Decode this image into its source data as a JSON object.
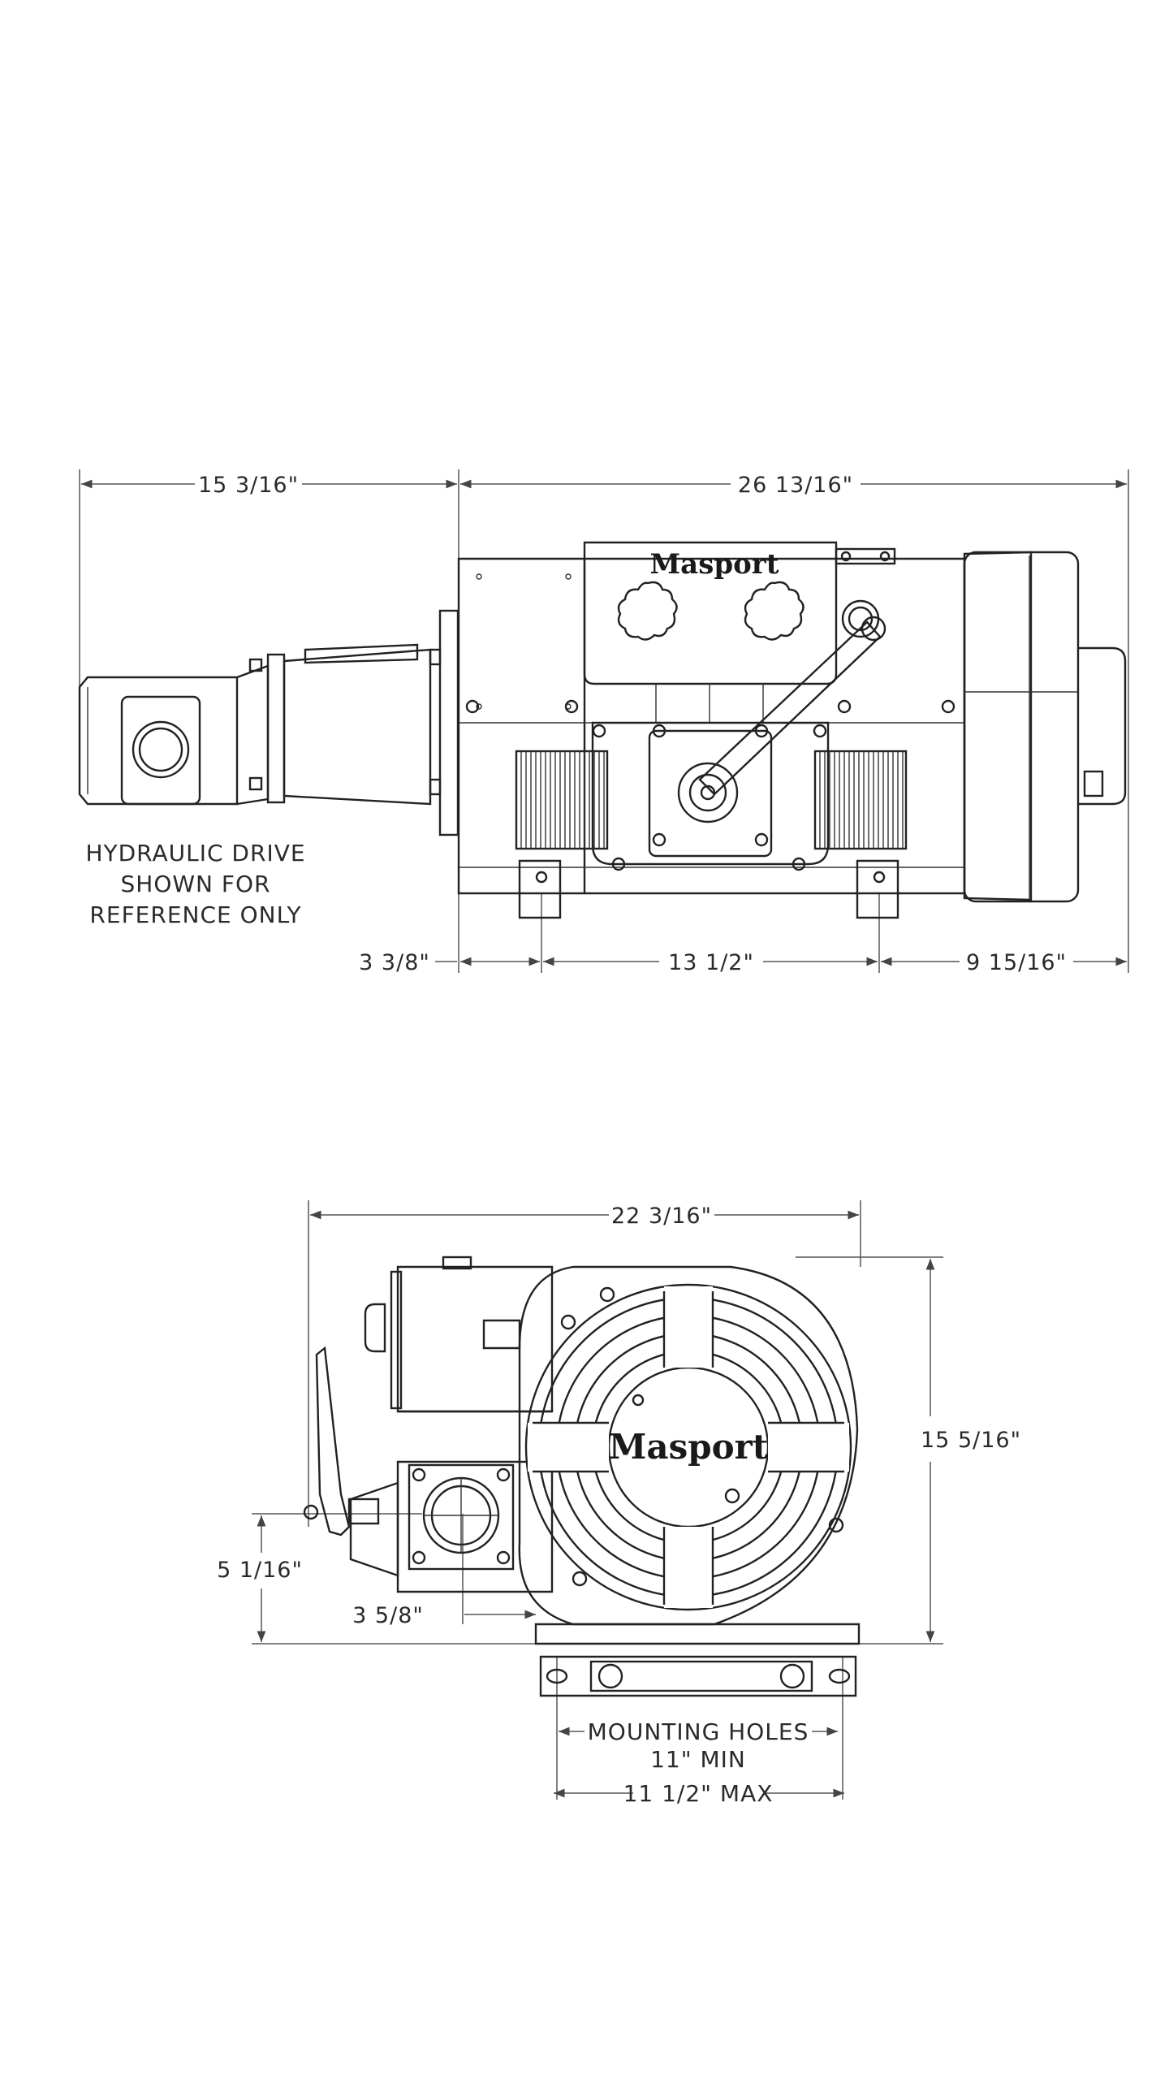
{
  "top_view": {
    "logo": "Masport",
    "note_lines": [
      "HYDRAULIC DRIVE",
      "SHOWN FOR",
      "REFERENCE ONLY"
    ],
    "dimensions": {
      "overall_left": "15 3/16\"",
      "overall_right": "26 13/16\"",
      "bottom_a": "3 3/8\"",
      "bottom_b": "13 1/2\"",
      "bottom_c": "9 15/16\""
    }
  },
  "end_view": {
    "logo": "Masport",
    "dimensions": {
      "width": "22 3/16\"",
      "height": "15 5/16\"",
      "port_height": "5 1/16\"",
      "port_offset": "3 5/8\"",
      "mounting_holes_line1": "MOUNTING HOLES",
      "mounting_holes_line2": "11\" MIN",
      "max_span": "11 1/2\" MAX"
    }
  }
}
